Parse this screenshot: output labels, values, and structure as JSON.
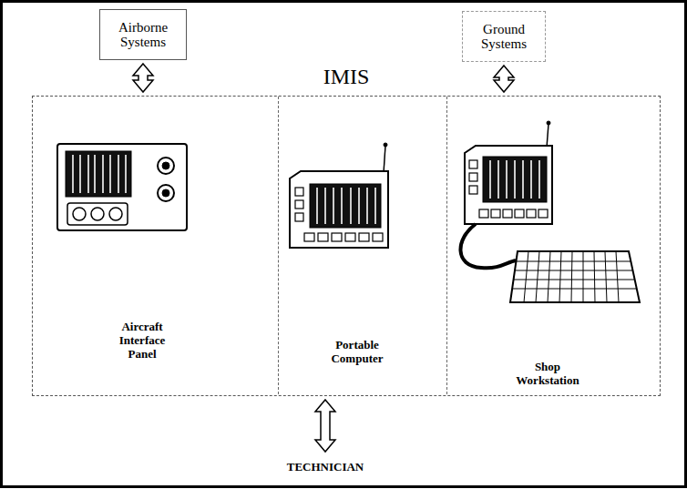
{
  "diagram": {
    "nodes": [
      {
        "text": [
          "Airborne Systems"
        ]
      },
      {
        "text": [
          "Ground Systems"
        ]
      },
      {
        "text": [
          "IMIS"
        ]
      },
      {
        "text": [
          "Aircraft Interface Panel"
        ],
        "in": 2
      },
      {
        "text": [
          "Portable Computer"
        ],
        "in": 2
      },
      {
        "text": [
          "Shop Workstation"
        ],
        "in": 2
      },
      {
        "text": [
          "TECHNICIAN"
        ]
      }
    ],
    "edges": [
      {
        "from": 0,
        "to": 2,
        "arrow": "both"
      },
      {
        "from": 1,
        "to": 2,
        "arrow": "both"
      },
      {
        "from": 2,
        "to": 6,
        "arrow": "both"
      }
    ]
  }
}
